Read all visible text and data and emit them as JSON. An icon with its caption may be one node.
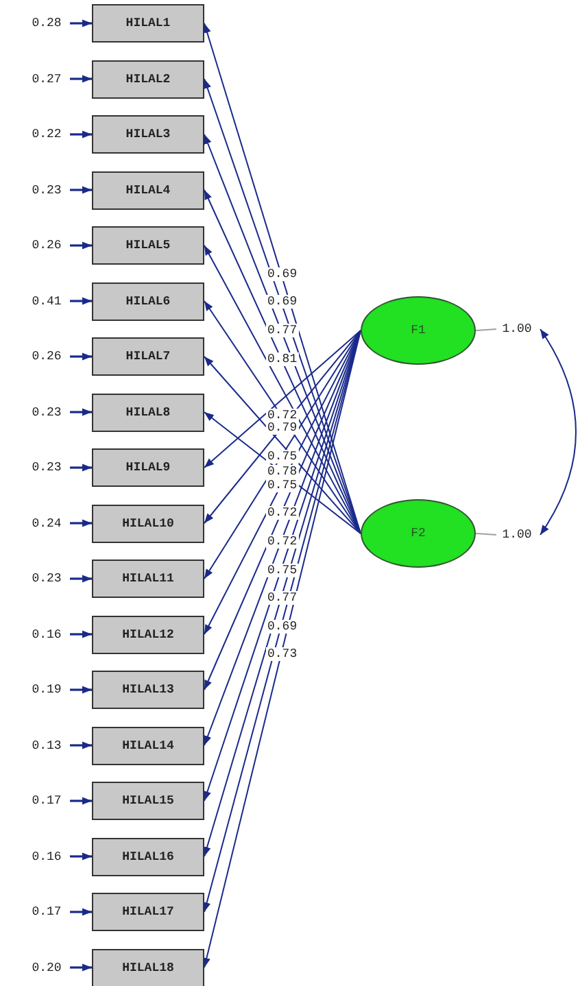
{
  "diagram": {
    "nodes": [
      {
        "text": [
          "HILAL1"
        ]
      },
      {
        "text": [
          "HILAL2"
        ]
      },
      {
        "text": [
          "HILAL3"
        ]
      },
      {
        "text": [
          "HILAL4"
        ]
      },
      {
        "text": [
          "HILAL5"
        ]
      },
      {
        "text": [
          "HILAL6"
        ]
      },
      {
        "text": [
          "HILAL7"
        ]
      },
      {
        "text": [
          "HILAL8"
        ]
      },
      {
        "text": [
          "HILAL9"
        ]
      },
      {
        "text": [
          "HILAL10"
        ]
      },
      {
        "text": [
          "HILAL11"
        ]
      },
      {
        "text": [
          "HILAL12"
        ]
      },
      {
        "text": [
          "HILAL13"
        ]
      },
      {
        "text": [
          "HILAL14"
        ]
      },
      {
        "text": [
          "HILAL15"
        ]
      },
      {
        "text": [
          "HILAL16"
        ]
      },
      {
        "text": [
          "HILAL17"
        ]
      },
      {
        "text": [
          "HILAL18"
        ]
      },
      {
        "text": [
          "0.28"
        ]
      },
      {
        "text": [
          "0.27"
        ]
      },
      {
        "text": [
          "0.22"
        ]
      },
      {
        "text": [
          "0.23"
        ]
      },
      {
        "text": [
          "0.26"
        ]
      },
      {
        "text": [
          "0.41"
        ]
      },
      {
        "text": [
          "0.26"
        ]
      },
      {
        "text": [
          "0.23"
        ]
      },
      {
        "text": [
          "0.23"
        ]
      },
      {
        "text": [
          "0.24"
        ]
      },
      {
        "text": [
          "0.23"
        ]
      },
      {
        "text": [
          "0.16"
        ]
      },
      {
        "text": [
          "0.19"
        ]
      },
      {
        "text": [
          "0.13"
        ]
      },
      {
        "text": [
          "0.17"
        ]
      },
      {
        "text": [
          "0.16"
        ]
      },
      {
        "text": [
          "0.17"
        ]
      },
      {
        "text": [
          "0.20"
        ]
      },
      {
        "text": [
          "F1"
        ]
      },
      {
        "text": [
          "F2"
        ]
      },
      {
        "text": [
          "1.00"
        ]
      },
      {
        "text": [
          "1.00"
        ]
      }
    ],
    "edges": [
      {
        "from": 37,
        "to": 0,
        "arrow": "to",
        "label": "0.69"
      },
      {
        "from": 37,
        "to": 1,
        "arrow": "to",
        "label": "0.69"
      },
      {
        "from": 37,
        "to": 2,
        "arrow": "to",
        "label": "0.77"
      },
      {
        "from": 37,
        "to": 3,
        "arrow": "to",
        "label": "0.81"
      },
      {
        "from": 37,
        "to": 4,
        "arrow": "to"
      },
      {
        "from": 37,
        "to": 5,
        "arrow": "to",
        "label": "0.72"
      },
      {
        "from": 37,
        "to": 6,
        "arrow": "to"
      },
      {
        "from": 37,
        "to": 7,
        "arrow": "to",
        "label": "0.78"
      },
      {
        "from": 36,
        "to": 8,
        "arrow": "to"
      },
      {
        "from": 36,
        "to": 9,
        "arrow": "to",
        "label": "0.79"
      },
      {
        "from": 36,
        "to": 10,
        "arrow": "to",
        "label": "0.75"
      },
      {
        "from": 36,
        "to": 11,
        "arrow": "to",
        "label": "0.75"
      },
      {
        "from": 36,
        "to": 12,
        "arrow": "to",
        "label": "0.72"
      },
      {
        "from": 36,
        "to": 13,
        "arrow": "to",
        "label": "0.72"
      },
      {
        "from": 36,
        "to": 14,
        "arrow": "to",
        "label": "0.75"
      },
      {
        "from": 36,
        "to": 15,
        "arrow": "to",
        "label": "0.77"
      },
      {
        "from": 36,
        "to": 16,
        "arrow": "to",
        "label": "0.69"
      },
      {
        "from": 36,
        "to": 17,
        "arrow": "to",
        "label": "0.73"
      },
      {
        "from": 18,
        "to": 0,
        "arrow": "to"
      },
      {
        "from": 19,
        "to": 1,
        "arrow": "to"
      },
      {
        "from": 20,
        "to": 2,
        "arrow": "to"
      },
      {
        "from": 21,
        "to": 3,
        "arrow": "to"
      },
      {
        "from": 22,
        "to": 4,
        "arrow": "to"
      },
      {
        "from": 23,
        "to": 5,
        "arrow": "to"
      },
      {
        "from": 24,
        "to": 6,
        "arrow": "to"
      },
      {
        "from": 25,
        "to": 7,
        "arrow": "to"
      },
      {
        "from": 26,
        "to": 8,
        "arrow": "to"
      },
      {
        "from": 27,
        "to": 9,
        "arrow": "to"
      },
      {
        "from": 28,
        "to": 10,
        "arrow": "to"
      },
      {
        "from": 29,
        "to": 11,
        "arrow": "to"
      },
      {
        "from": 30,
        "to": 12,
        "arrow": "to"
      },
      {
        "from": 31,
        "to": 13,
        "arrow": "to"
      },
      {
        "from": 32,
        "to": 14,
        "arrow": "to"
      },
      {
        "from": 33,
        "to": 15,
        "arrow": "to"
      },
      {
        "from": 34,
        "to": 16,
        "arrow": "to"
      },
      {
        "from": 35,
        "to": 17,
        "arrow": "to"
      },
      {
        "from": 36,
        "to": 38,
        "arrow": "none",
        "color": "#a0a0a0"
      },
      {
        "from": 37,
        "to": 39,
        "arrow": "none",
        "color": "#a0a0a0"
      },
      {
        "from": 38,
        "to": 39,
        "arrow": "both"
      }
    ]
  }
}
